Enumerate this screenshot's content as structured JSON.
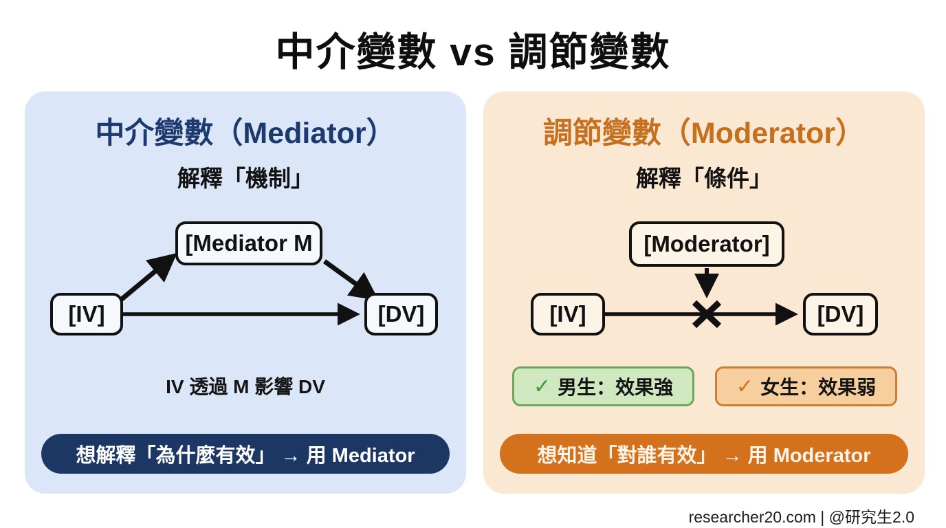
{
  "title": "中介變數 vs 調節變數",
  "left_panel": {
    "heading": "中介變數（Mediator）",
    "subheading": "解釋「機制」",
    "diagram": {
      "iv_label": "[IV]",
      "mediator_label": "[Mediator M",
      "dv_label": "[DV]"
    },
    "caption": "IV 透過 M 影響 DV",
    "pill": "想解釋「為什麼有效」 → 用 Mediator",
    "colors": {
      "panel_bg": "#dbe6f8",
      "heading": "#1d3a6e",
      "pill_bg": "#1d3765",
      "pill_text": "#ffffff",
      "node_bg": "#f5f8fd",
      "node_border": "#111111"
    }
  },
  "right_panel": {
    "heading": "調節變數（Moderator）",
    "subheading": "解釋「條件」",
    "diagram": {
      "moderator_label": "[Moderator]",
      "iv_label": "[IV]",
      "dv_label": "[DV]",
      "interaction_mark": "×"
    },
    "badges": [
      {
        "check": "✓",
        "label": "男生：效果強",
        "bg": "#cfe8c0",
        "border": "#6ba65b",
        "check_color": "#3c9a3c"
      },
      {
        "check": "✓",
        "label": "女生：效果弱",
        "bg": "#f7cf9f",
        "border": "#cf7d33",
        "check_color": "#d3711c"
      }
    ],
    "pill": "想知道「對誰有效」 → 用 Moderator",
    "colors": {
      "panel_bg": "#fbe8d2",
      "heading": "#c4701f",
      "pill_bg": "#d4711c",
      "pill_text": "#fdf3e6",
      "node_bg": "#fdf4e8",
      "node_border": "#111111"
    }
  },
  "footer": "researcher20.com | @研究生2.0"
}
